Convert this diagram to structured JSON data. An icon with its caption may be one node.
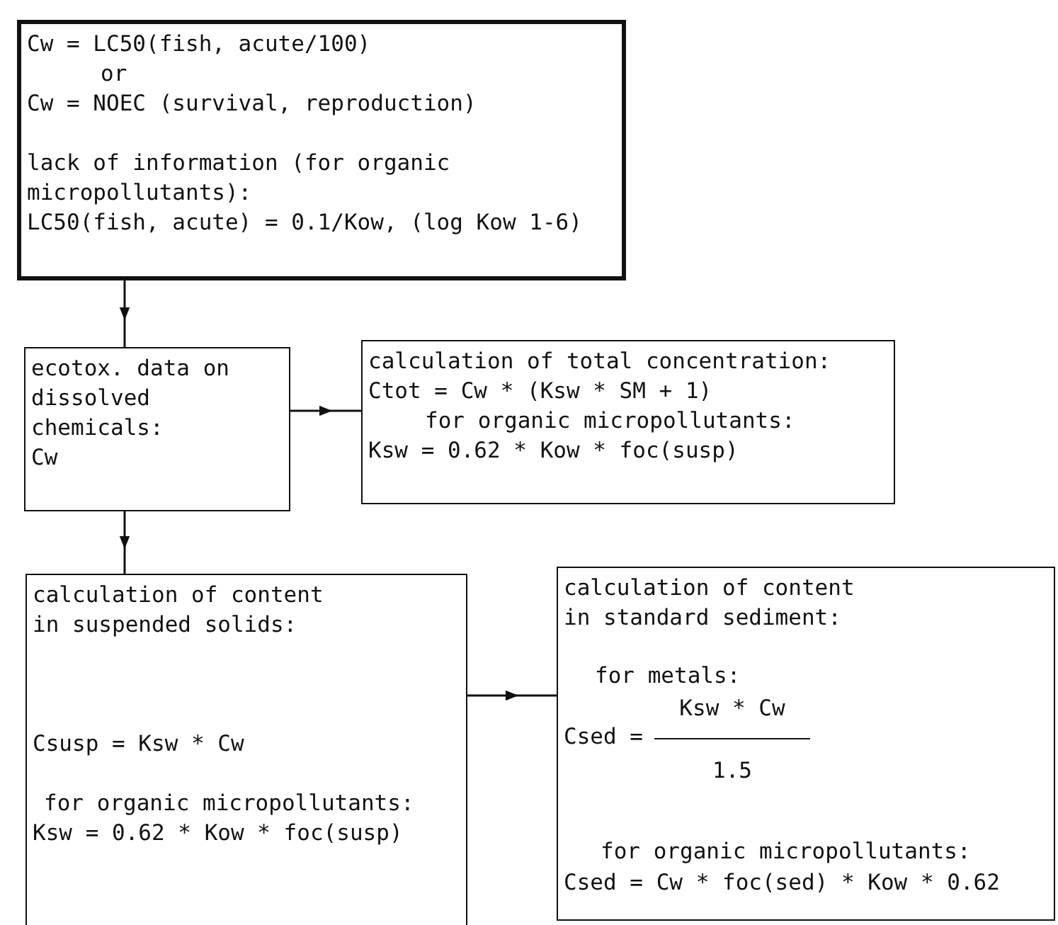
{
  "diagram": {
    "nodes": [
      {
        "text": [
          "Cw = LC50(fish, acute/100)",
          "or",
          "Cw = NOEC (survival, reproduction)",
          "lack of information (for organic micropollutants):",
          "LC50(fish, acute) = 0.1/Kow, (log Kow 1-6)"
        ]
      },
      {
        "text": [
          "ecotox. data on dissolved chemicals:",
          "Cw"
        ]
      },
      {
        "text": [
          "calculation of total concentration:",
          "Ctot = Cw * (Ksw * SM + 1)",
          "for organic micropollutants:",
          "Ksw = 0.62 * Kow * foc(susp)"
        ]
      },
      {
        "text": [
          "calculation of content in suspended solids:",
          "Csusp = Ksw * Cw",
          "for organic micropollutants:",
          "Ksw = 0.62 * Kow * foc(susp)"
        ]
      },
      {
        "text": [
          "calculation of content in standard sediment:",
          "for metals:",
          "Csed =",
          "Ksw * Cw",
          "1.5",
          "for organic micropollutants:",
          "Csed = Cw * foc(sed) * Kow * 0.62"
        ]
      }
    ],
    "edges": [
      {
        "from": 0,
        "to": 1,
        "arrow": "to"
      },
      {
        "from": 1,
        "to": 2,
        "arrow": "to"
      },
      {
        "from": 1,
        "to": 3,
        "arrow": "to"
      },
      {
        "from": 3,
        "to": 4,
        "arrow": "to"
      }
    ]
  }
}
